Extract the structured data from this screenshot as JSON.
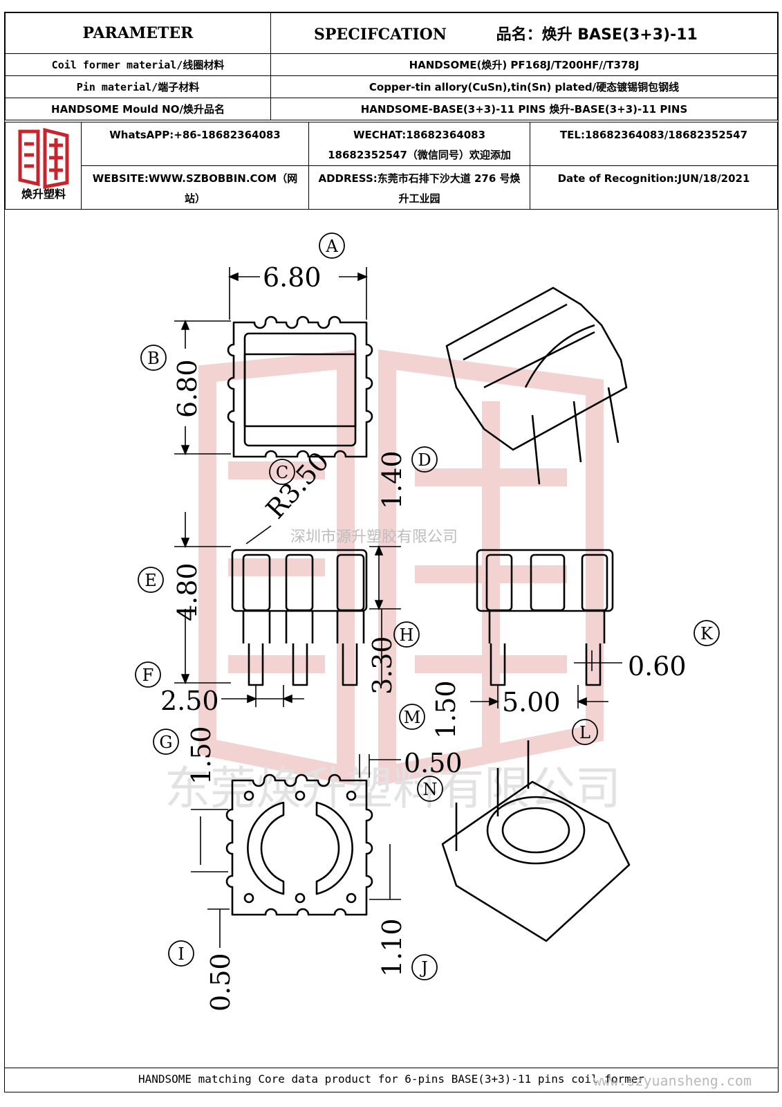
{
  "header": {
    "parameter": "PARAMETER",
    "specification": "SPECIFCATION",
    "product_name": "品名：焕升 BASE(3+3)-11"
  },
  "rows": [
    {
      "label": "Coil former material/线圈材料",
      "value": "HANDSOME(焕升)   PF168J/T200HF//T378J"
    },
    {
      "label": "Pin material/端子材料",
      "value": "Copper-tin allory(CuSn),tin(Sn) plated/硬态镀锡铜包钢线"
    },
    {
      "label": "HANDSOME Mould NO/焕升品名",
      "value": "HANDSOME-BASE(3+3)-11 PINS   焕升-BASE(3+3)-11 PINS"
    }
  ],
  "company": {
    "logo_caption": "焕升塑料",
    "whatsapp": "WhatsAPP:+86-18682364083",
    "wechat": "WECHAT:18682364083 18682352547（微信同号）欢迎添加",
    "tel": "TEL:18682364083/18682352547",
    "website": "WEBSITE:WWW.SZBOBBIN.COM（网站）",
    "address": "ADDRESS:东莞市石排下沙大道 276 号焕升工业园",
    "date": "Date of Recognition:JUN/18/2021"
  },
  "dimensions": {
    "A": "6.80",
    "B": "6.80",
    "C": "R3.50",
    "D": "1.40",
    "E": "4.80",
    "F": "2.50",
    "G": "1.50",
    "H": "3.30",
    "I": "0.50",
    "J": "1.10",
    "K": "0.60",
    "L": "5.00",
    "M": "1.50",
    "N": "0.50"
  },
  "labels": [
    "A",
    "B",
    "C",
    "D",
    "E",
    "F",
    "G",
    "H",
    "I",
    "J",
    "K",
    "L",
    "M",
    "N"
  ],
  "watermarks": {
    "cn_small": "深圳市源升塑胶有限公司",
    "cn_large": "东莞焕升塑料有限公司",
    "url": "www.szyuansheng.com"
  },
  "footer": "HANDSOME matching Core data  product for 6-pins BASE(3+3)-11 pins coil former",
  "colors": {
    "logo_red": "#c8242b",
    "watermark_red": "#f3d2d2",
    "watermark_gray": "#dedede"
  }
}
